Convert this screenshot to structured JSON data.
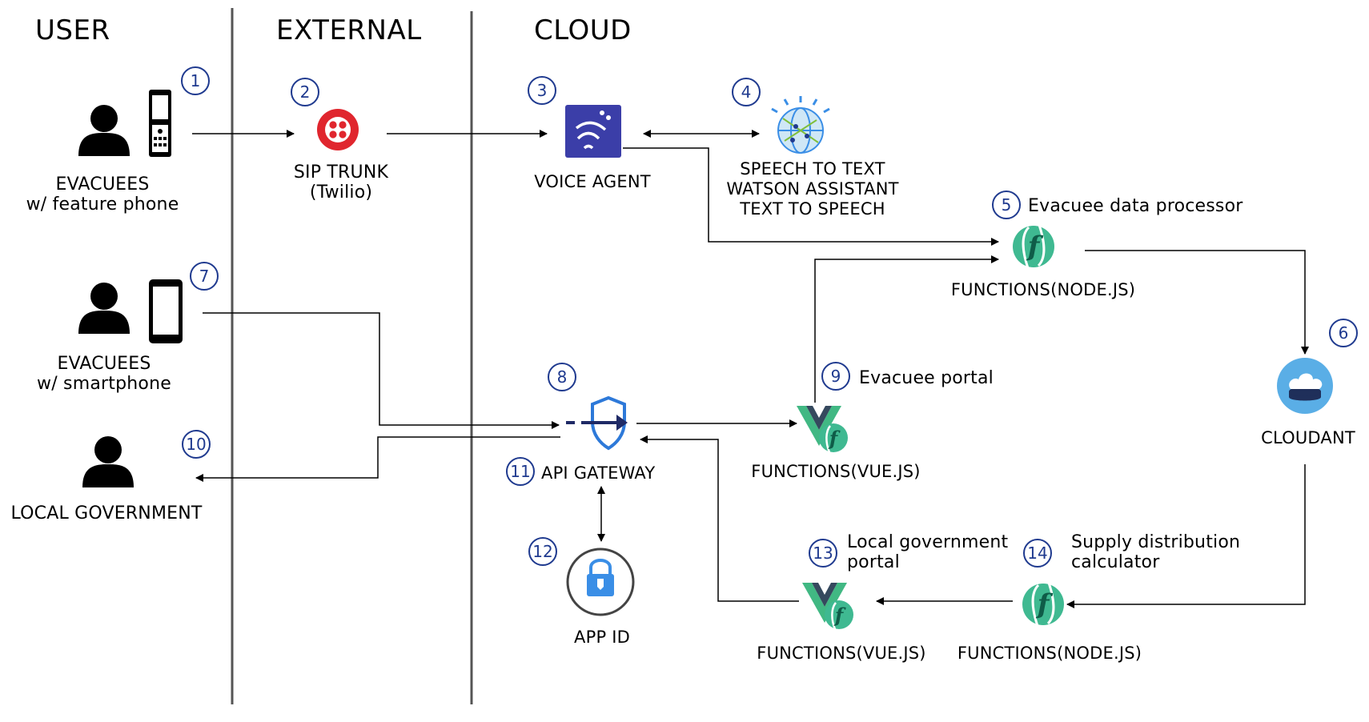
{
  "lanes": {
    "user": "USER",
    "external": "EXTERNAL",
    "cloud": "CLOUD"
  },
  "nodes": {
    "evacuees_feature": {
      "line1": "EVACUEES",
      "line2": "w/ feature phone",
      "badge": "1"
    },
    "sip_trunk": {
      "line1": "SIP TRUNK",
      "line2": "(Twilio)",
      "badge": "2"
    },
    "voice_agent": {
      "label": "VOICE AGENT",
      "badge": "3"
    },
    "watson": {
      "line1": "SPEECH TO TEXT",
      "line2": "WATSON ASSISTANT",
      "line3": "TEXT TO SPEECH",
      "badge": "4"
    },
    "data_processor": {
      "title": "Evacuee data processor",
      "label": "FUNCTIONS(NODE.JS)",
      "badge": "5"
    },
    "cloudant": {
      "label": "CLOUDANT",
      "badge": "6"
    },
    "evacuees_smart": {
      "line1": "EVACUEES",
      "line2": "w/ smartphone",
      "badge": "7"
    },
    "api_gateway": {
      "label": "API GATEWAY",
      "badge_top": "8",
      "badge_bottom": "11"
    },
    "evacuee_portal": {
      "title": "Evacuee portal",
      "label": "FUNCTIONS(VUE.JS)",
      "badge": "9"
    },
    "local_government": {
      "label": "LOCAL GOVERNMENT",
      "badge": "10"
    },
    "app_id": {
      "label": "APP ID",
      "badge": "12"
    },
    "gov_portal": {
      "title_line1": "Local government",
      "title_line2": "portal",
      "label": "FUNCTIONS(VUE.JS)",
      "badge": "13"
    },
    "supply_calc": {
      "title_line1": "Supply distribution",
      "title_line2": "calculator",
      "label": "FUNCTIONS(NODE.JS)",
      "badge": "14"
    }
  },
  "colors": {
    "badge": "#1f3a8f",
    "twilio": "#e0262e",
    "voice_agent": "#3b3ea8",
    "functions": "#3fb991",
    "vue_green": "#41b883",
    "vue_dark": "#35495e",
    "cloudant": "#5aaee6",
    "api_gateway": "#2d79d9",
    "app_id": "#3a8ee6",
    "lane_divider": "#555555"
  },
  "icons": {
    "person": "person-icon",
    "feature_phone": "feature-phone-icon",
    "smartphone": "smartphone-icon",
    "twilio": "twilio-logo-icon",
    "voice_agent": "voice-agent-icon",
    "watson": "watson-globe-icon",
    "functions": "functions-icon",
    "vue_functions": "vue-functions-icon",
    "cloudant": "cloudant-icon",
    "api_gateway": "api-gateway-icon",
    "app_id": "app-id-icon"
  }
}
